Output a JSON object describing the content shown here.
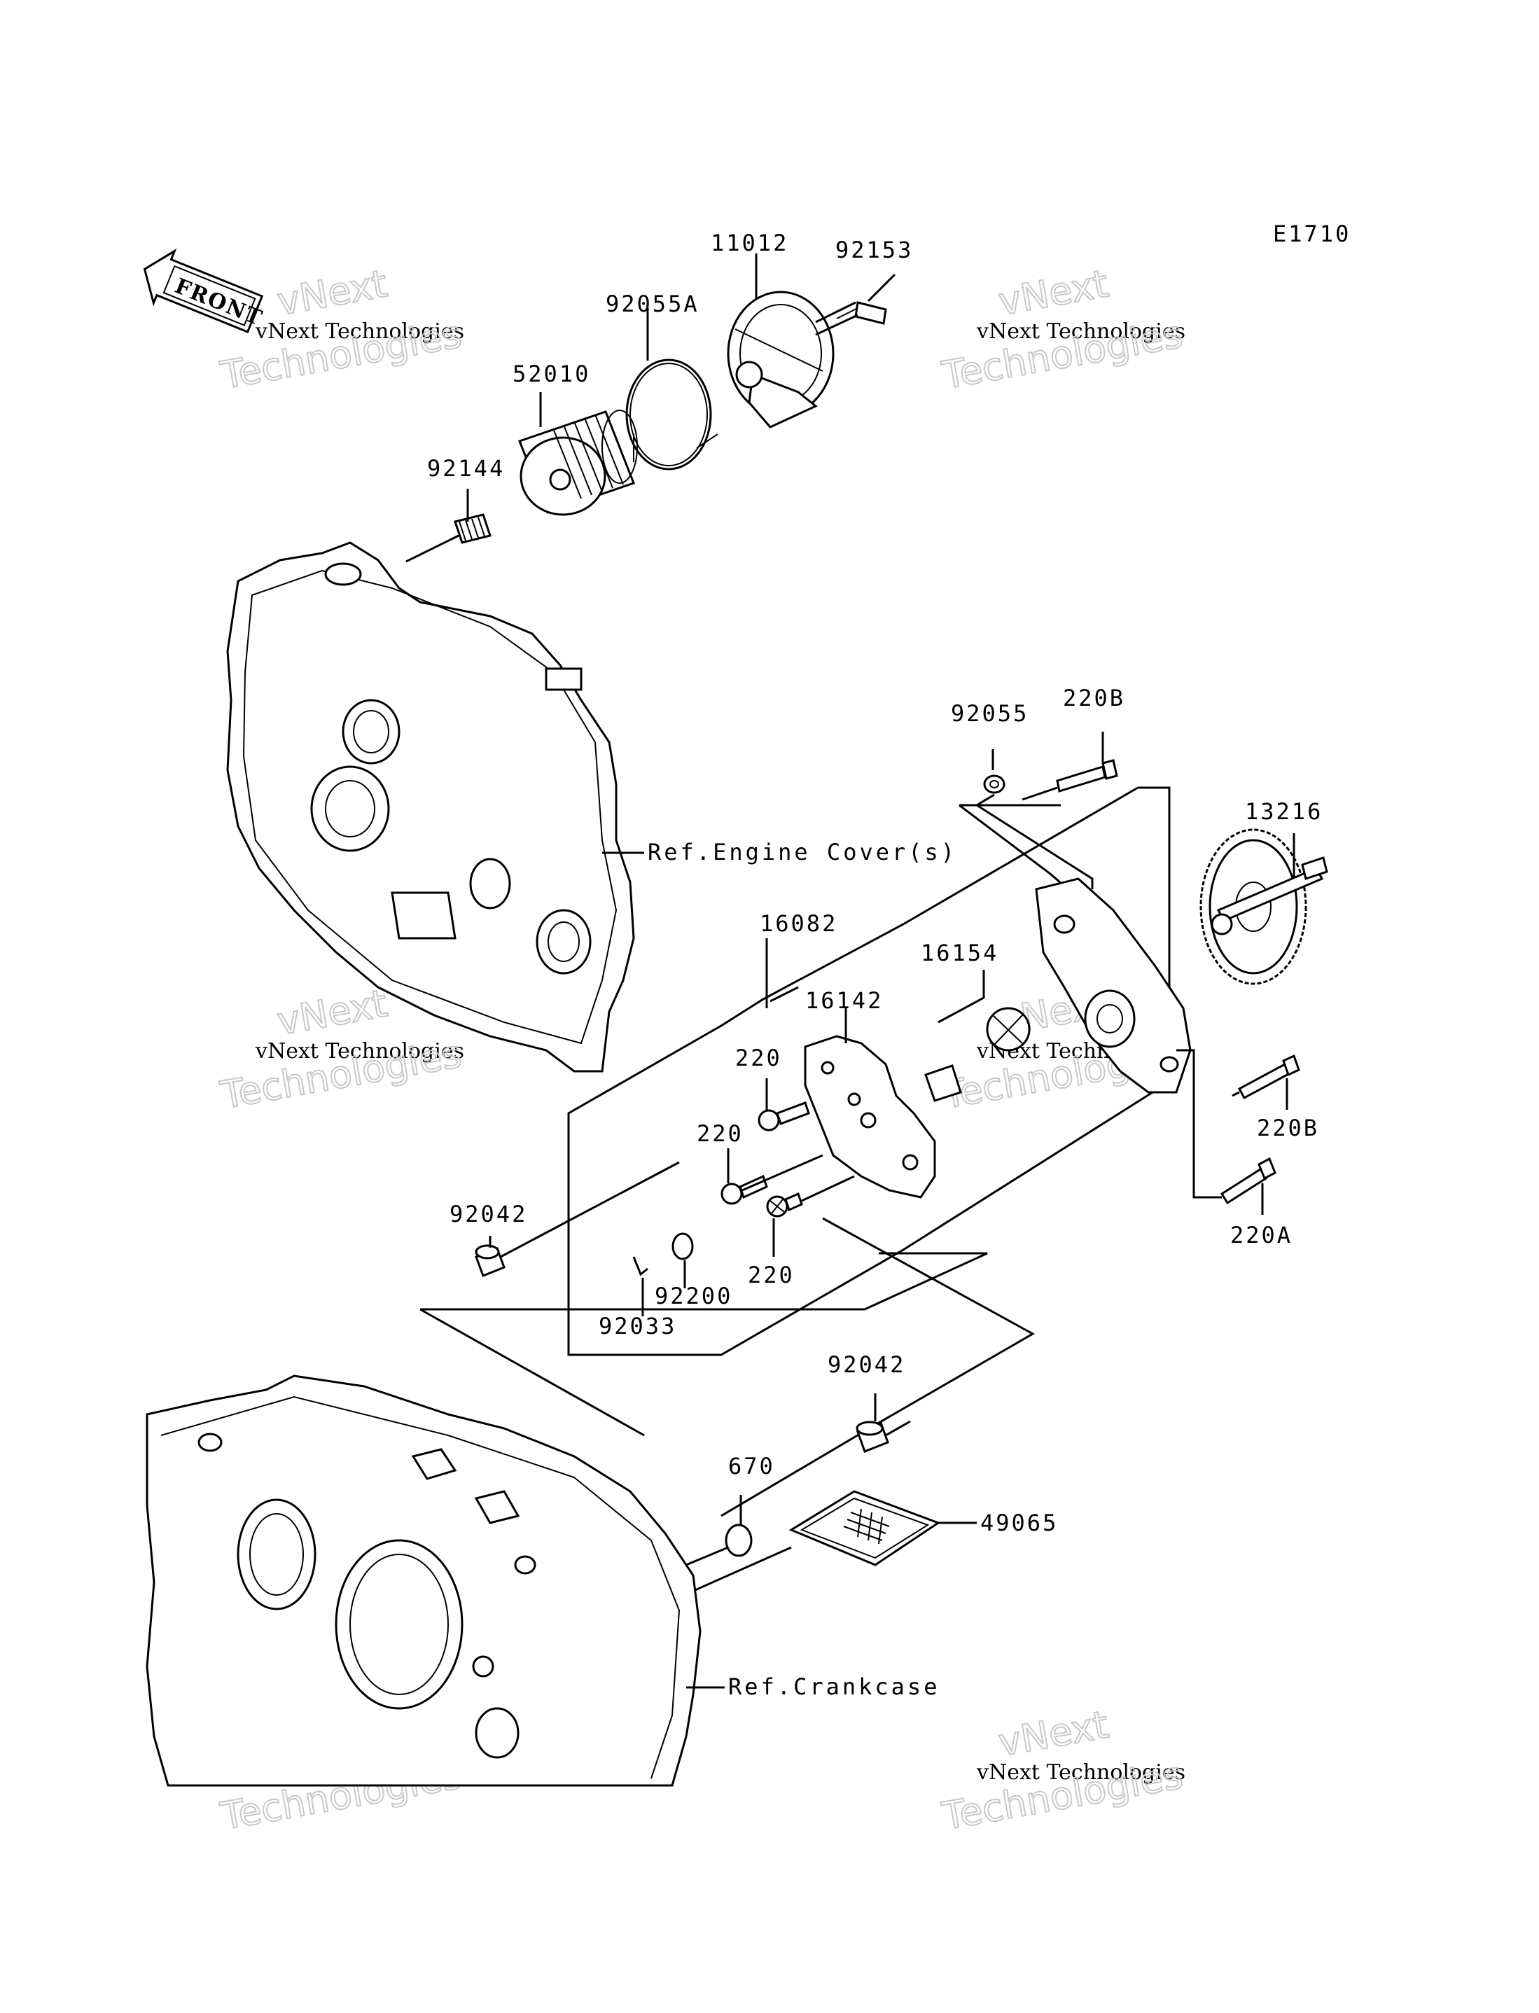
{
  "diagram_code": "E1710",
  "front_label": "FRONT",
  "parts": {
    "p11012": "11012",
    "p92153": "92153",
    "p92055A": "92055A",
    "p52010": "52010",
    "p92144": "92144",
    "p92055": "92055",
    "p220B_top": "220B",
    "p13216": "13216",
    "p16082": "16082",
    "p16154": "16154",
    "p16142": "16142",
    "p220_a": "220",
    "p220_b": "220",
    "p220_c": "220",
    "p220B_right": "220B",
    "p220A": "220A",
    "p92042_a": "92042",
    "p92200": "92200",
    "p92033": "92033",
    "p92042_b": "92042",
    "p670": "670",
    "p49065": "49065"
  },
  "refs": {
    "engine_cover": "Ref.Engine Cover(s)",
    "crankcase": "Ref.Crankcase"
  },
  "watermark": {
    "line1": "vNext",
    "line2": "vNext Technologies",
    "line3": "Technologies"
  }
}
